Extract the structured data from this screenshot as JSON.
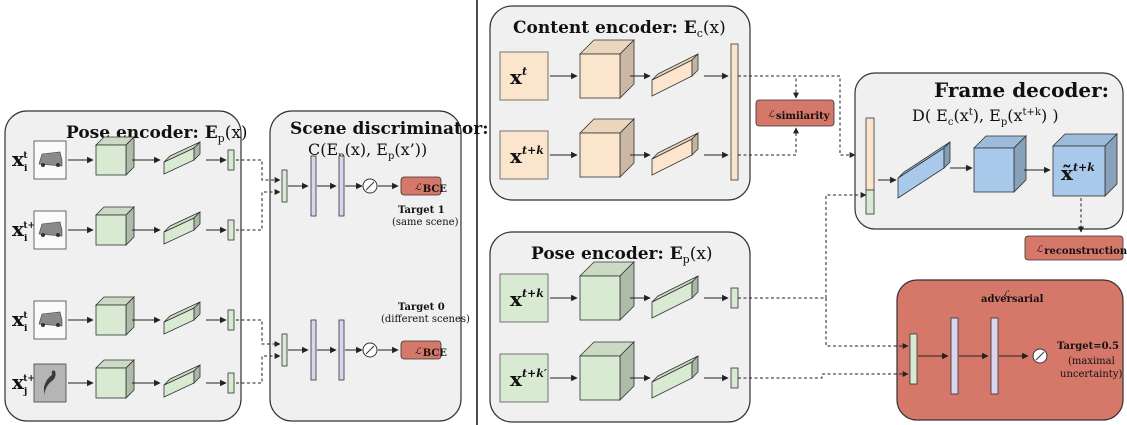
{
  "colors": {
    "green": "#d9ead3",
    "green_dark": "#b8d6ab",
    "orange": "#fce5cd",
    "orange_dark": "#f2c9a0",
    "blue": "#a9c9ea",
    "blue_dark": "#6f9cc9",
    "purple": "#d8d5ec",
    "red": "#d5786a",
    "panel": "#f0f0f0"
  },
  "left": {
    "pose_encoder": {
      "title": "Pose encoder: E",
      "title_sub": "p",
      "title_tail": "(x)"
    },
    "inputs": [
      {
        "base": "x",
        "sub": "i",
        "sup": "t",
        "icon": "van-icon"
      },
      {
        "base": "x",
        "sub": "i",
        "sup": "t+k",
        "icon": "van-icon"
      },
      {
        "base": "x",
        "sub": "i",
        "sup": "t",
        "icon": "van-icon"
      },
      {
        "base": "x",
        "sub": "j",
        "sup": "t+k",
        "icon": "figure-icon"
      }
    ],
    "discriminator": {
      "title": "Scene discriminator:",
      "expr": "C(E",
      "expr_p": "p",
      "expr_mid": "(x), E",
      "expr_tail": "(x’))",
      "loss_label": "ℒ",
      "loss_sub": "BCE",
      "target1": "Target 1",
      "target1_note": "(same scene)",
      "target0": "Target 0",
      "target0_note": "(different scenes)"
    }
  },
  "right": {
    "content_encoder": {
      "title": "Content encoder: E",
      "title_sub": "c",
      "title_tail": "(x)",
      "inputs": [
        {
          "base": "x",
          "sup": "t"
        },
        {
          "base": "x",
          "sup": "t+k"
        }
      ]
    },
    "similarity": {
      "label": "ℒ",
      "sub": "similarity"
    },
    "pose_encoder": {
      "title": "Pose encoder: E",
      "title_sub": "p",
      "title_tail": "(x)",
      "inputs": [
        {
          "base": "x",
          "sup": "t+k"
        },
        {
          "base": "x",
          "sup": "t+k′"
        }
      ]
    },
    "frame_decoder": {
      "title": "Frame decoder:",
      "expr": "D( E",
      "expr_c": "c",
      "expr_mid": "(x",
      "expr_t": "t",
      "expr_mid2": "), E",
      "expr_p": "p",
      "expr_mid3": "(x",
      "expr_tk": "t+k",
      "expr_tail": ") )",
      "output_base": "x̃",
      "output_sup": "t+k"
    },
    "reconstruction": {
      "label": "ℒ",
      "sub": "reconstruction"
    },
    "adversarial": {
      "label": "ℒ",
      "sub": "adversarial",
      "target": "Target=0.5",
      "note1": "(maximal",
      "note2": "uncertainty)"
    }
  }
}
